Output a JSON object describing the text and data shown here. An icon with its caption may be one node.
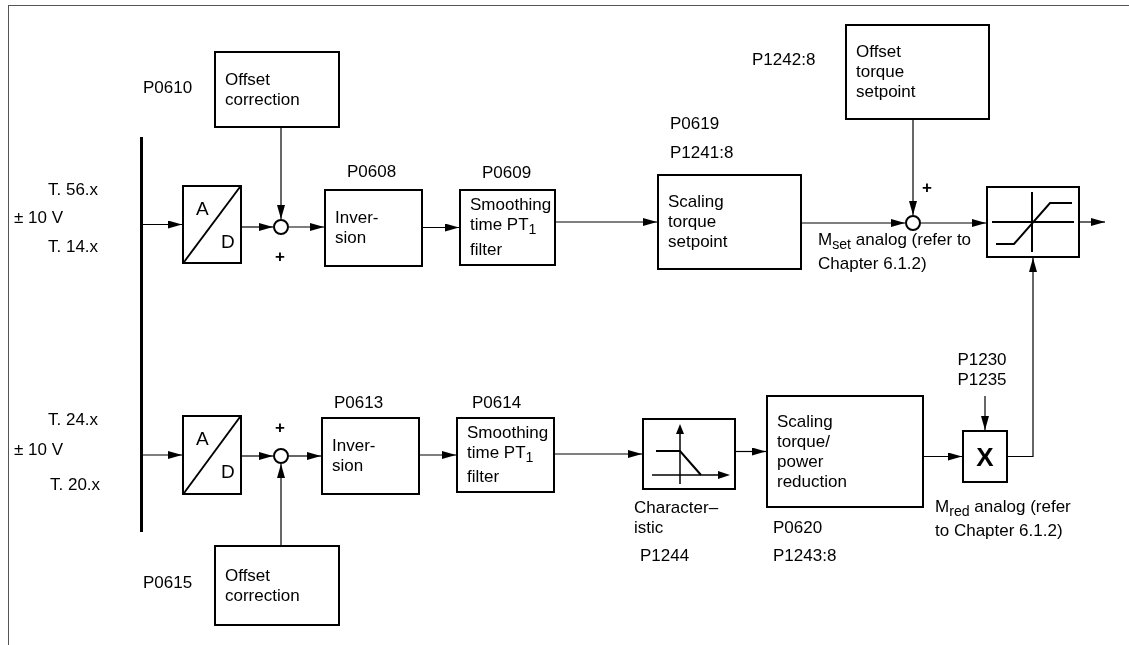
{
  "diagram": {
    "nodes": [
      {
        "text": [
          "Offset correction"
        ],
        "beside": [
          "P0610"
        ]
      },
      {
        "text": [
          "Offset torque setpoint"
        ],
        "beside": [
          "P1242:8"
        ]
      },
      {
        "text": [],
        "shape": "bar"
      },
      {
        "text": [
          "A",
          "D"
        ]
      },
      {
        "text": [],
        "shape": "circle"
      },
      {
        "text": [
          "Inver- sion"
        ],
        "beside": [
          "P0608"
        ]
      },
      {
        "text": [
          "Smoothing time PT$_{1}$ filter"
        ],
        "beside": [
          "P0609"
        ]
      },
      {
        "text": [
          "Scaling torque setpoint"
        ],
        "beside": [
          "P0619",
          "P1241:8"
        ]
      },
      {
        "text": [],
        "shape": "circle"
      },
      {
        "text": [],
        "shape": "box"
      },
      {
        "text": [
          "A",
          "D"
        ]
      },
      {
        "text": [],
        "shape": "circle"
      },
      {
        "text": [
          "Inver- sion"
        ],
        "beside": [
          "P0613"
        ]
      },
      {
        "text": [
          "Smoothing time PT$_{1}$ filter"
        ],
        "beside": [
          "P0614"
        ]
      },
      {
        "text": [],
        "shape": "box",
        "beside": [
          "Character– istic",
          "P1244"
        ]
      },
      {
        "text": [
          "Scaling torque/ power reduction"
        ],
        "beside": [
          "P0620",
          "P1243:8"
        ]
      },
      {
        "text": [
          "X"
        ],
        "beside": [
          "M$_{red}$ analog (refer to Chapter 6.1.2)"
        ]
      },
      {
        "text": [
          "Offset correction"
        ],
        "beside": [
          "P0615"
        ]
      },
      {
        "text": [
          "P1230",
          "P1235"
        ]
      }
    ],
    "edges": [
      {
        "from": 2,
        "to": 3,
        "arrow": "to"
      },
      {
        "from": 3,
        "to": 4,
        "arrow": "to"
      },
      {
        "from": 0,
        "to": 4,
        "arrow": "to"
      },
      {
        "from": 4,
        "to": 5,
        "arrow": "to"
      },
      {
        "from": 5,
        "to": 6,
        "arrow": "to"
      },
      {
        "from": 6,
        "to": 7,
        "arrow": "to"
      },
      {
        "from": 7,
        "to": 8,
        "arrow": "to",
        "label": "M$_{set}$ analog (refer to Chapter 6.1.2)"
      },
      {
        "from": 1,
        "to": 8,
        "arrow": "to"
      },
      {
        "from": 8,
        "to": 9,
        "arrow": "to"
      },
      {
        "from": 9,
        "to": null,
        "arrow": "to"
      },
      {
        "from": 2,
        "to": 10,
        "arrow": "to"
      },
      {
        "from": 10,
        "to": 11,
        "arrow": "to"
      },
      {
        "from": 17,
        "to": 11,
        "arrow": "to"
      },
      {
        "from": 11,
        "to": 12,
        "arrow": "to"
      },
      {
        "from": 12,
        "to": 13,
        "arrow": "to"
      },
      {
        "from": 13,
        "to": 14,
        "arrow": "to"
      },
      {
        "from": 14,
        "to": 15,
        "arrow": "to"
      },
      {
        "from": 15,
        "to": 16,
        "arrow": "to"
      },
      {
        "from": 18,
        "to": 16,
        "arrow": "to"
      },
      {
        "from": 16,
        "to": 9,
        "arrow": "to"
      }
    ],
    "labels": [
      "T. 56.x",
      "± 10 V",
      "T. 14.x",
      "+",
      "+",
      "T. 24.x",
      "± 10 V",
      "T. 20.x",
      "+"
    ]
  }
}
